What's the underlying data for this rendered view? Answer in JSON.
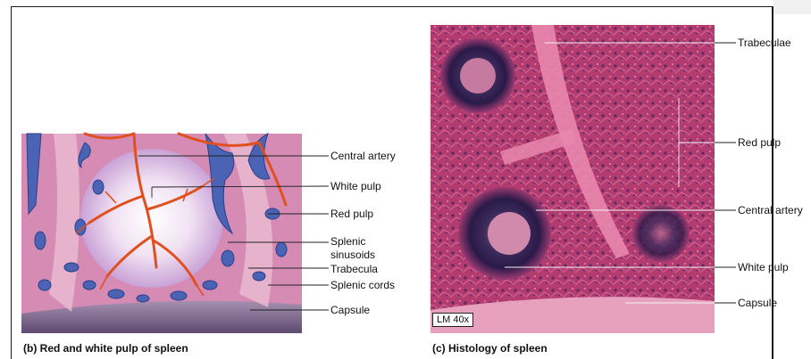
{
  "diagram_b": {
    "caption": "(b) Red and white pulp of spleen",
    "labels": {
      "central_artery": "Central artery",
      "white_pulp": "White pulp",
      "red_pulp": "Red pulp",
      "splenic_sinusoids_line1": "Splenic",
      "splenic_sinusoids_line2": "sinusoids",
      "trabecula": "Trabecula",
      "splenic_cords": "Splenic cords",
      "capsule": "Capsule"
    }
  },
  "histology_c": {
    "caption": "(c) Histology of spleen",
    "magnification": "LM 40x",
    "labels": {
      "trabeculae": "Trabeculae",
      "red_pulp": "Red pulp",
      "central_artery": "Central artery",
      "white_pulp": "White pulp",
      "capsule": "Capsule"
    }
  },
  "colors": {
    "pulp_pink": "#d98cb3",
    "sinusoid_blue": "#4a63b5",
    "artery_red": "#e0501e",
    "white_pulp_light": "#f3e6f5",
    "tissue_magenta": "#b8386e",
    "tissue_dark": "#3a1e52",
    "trabecula_pink": "#e987ae"
  }
}
